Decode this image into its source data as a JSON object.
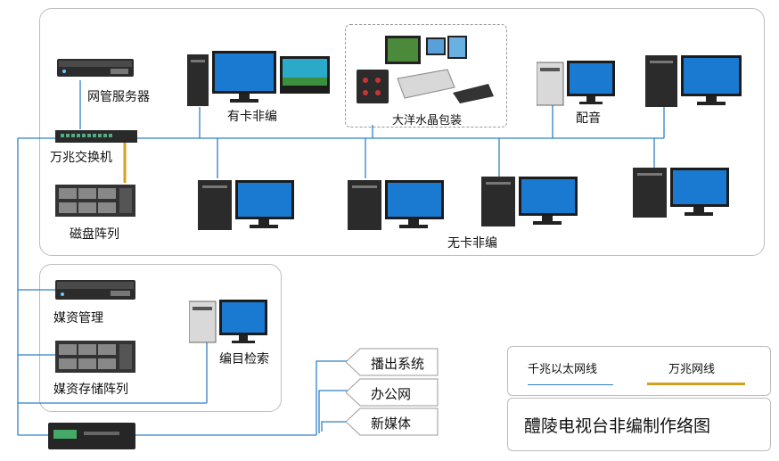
{
  "devices": {
    "nms_server": "网管服务器",
    "switch": "万兆交换机",
    "disk_array": "磁盘阵列",
    "card_editing": "有卡非编",
    "crystal_pack": "大洋水晶包装",
    "dubbing": "配音",
    "cardless_editing": "无卡非编",
    "media_manage": "媒资管理",
    "media_storage": "媒资存储阵列",
    "catalog_search": "编目检索"
  },
  "outputs": [
    "播出系统",
    "办公网",
    "新媒体"
  ],
  "legend": {
    "gigabit": "千兆以太网线",
    "ten_gigabit": "万兆网线",
    "gigabit_color": "#2f7fc6",
    "ten_gigabit_color": "#d4a020"
  },
  "title": "醴陵电视台非编制作络图"
}
